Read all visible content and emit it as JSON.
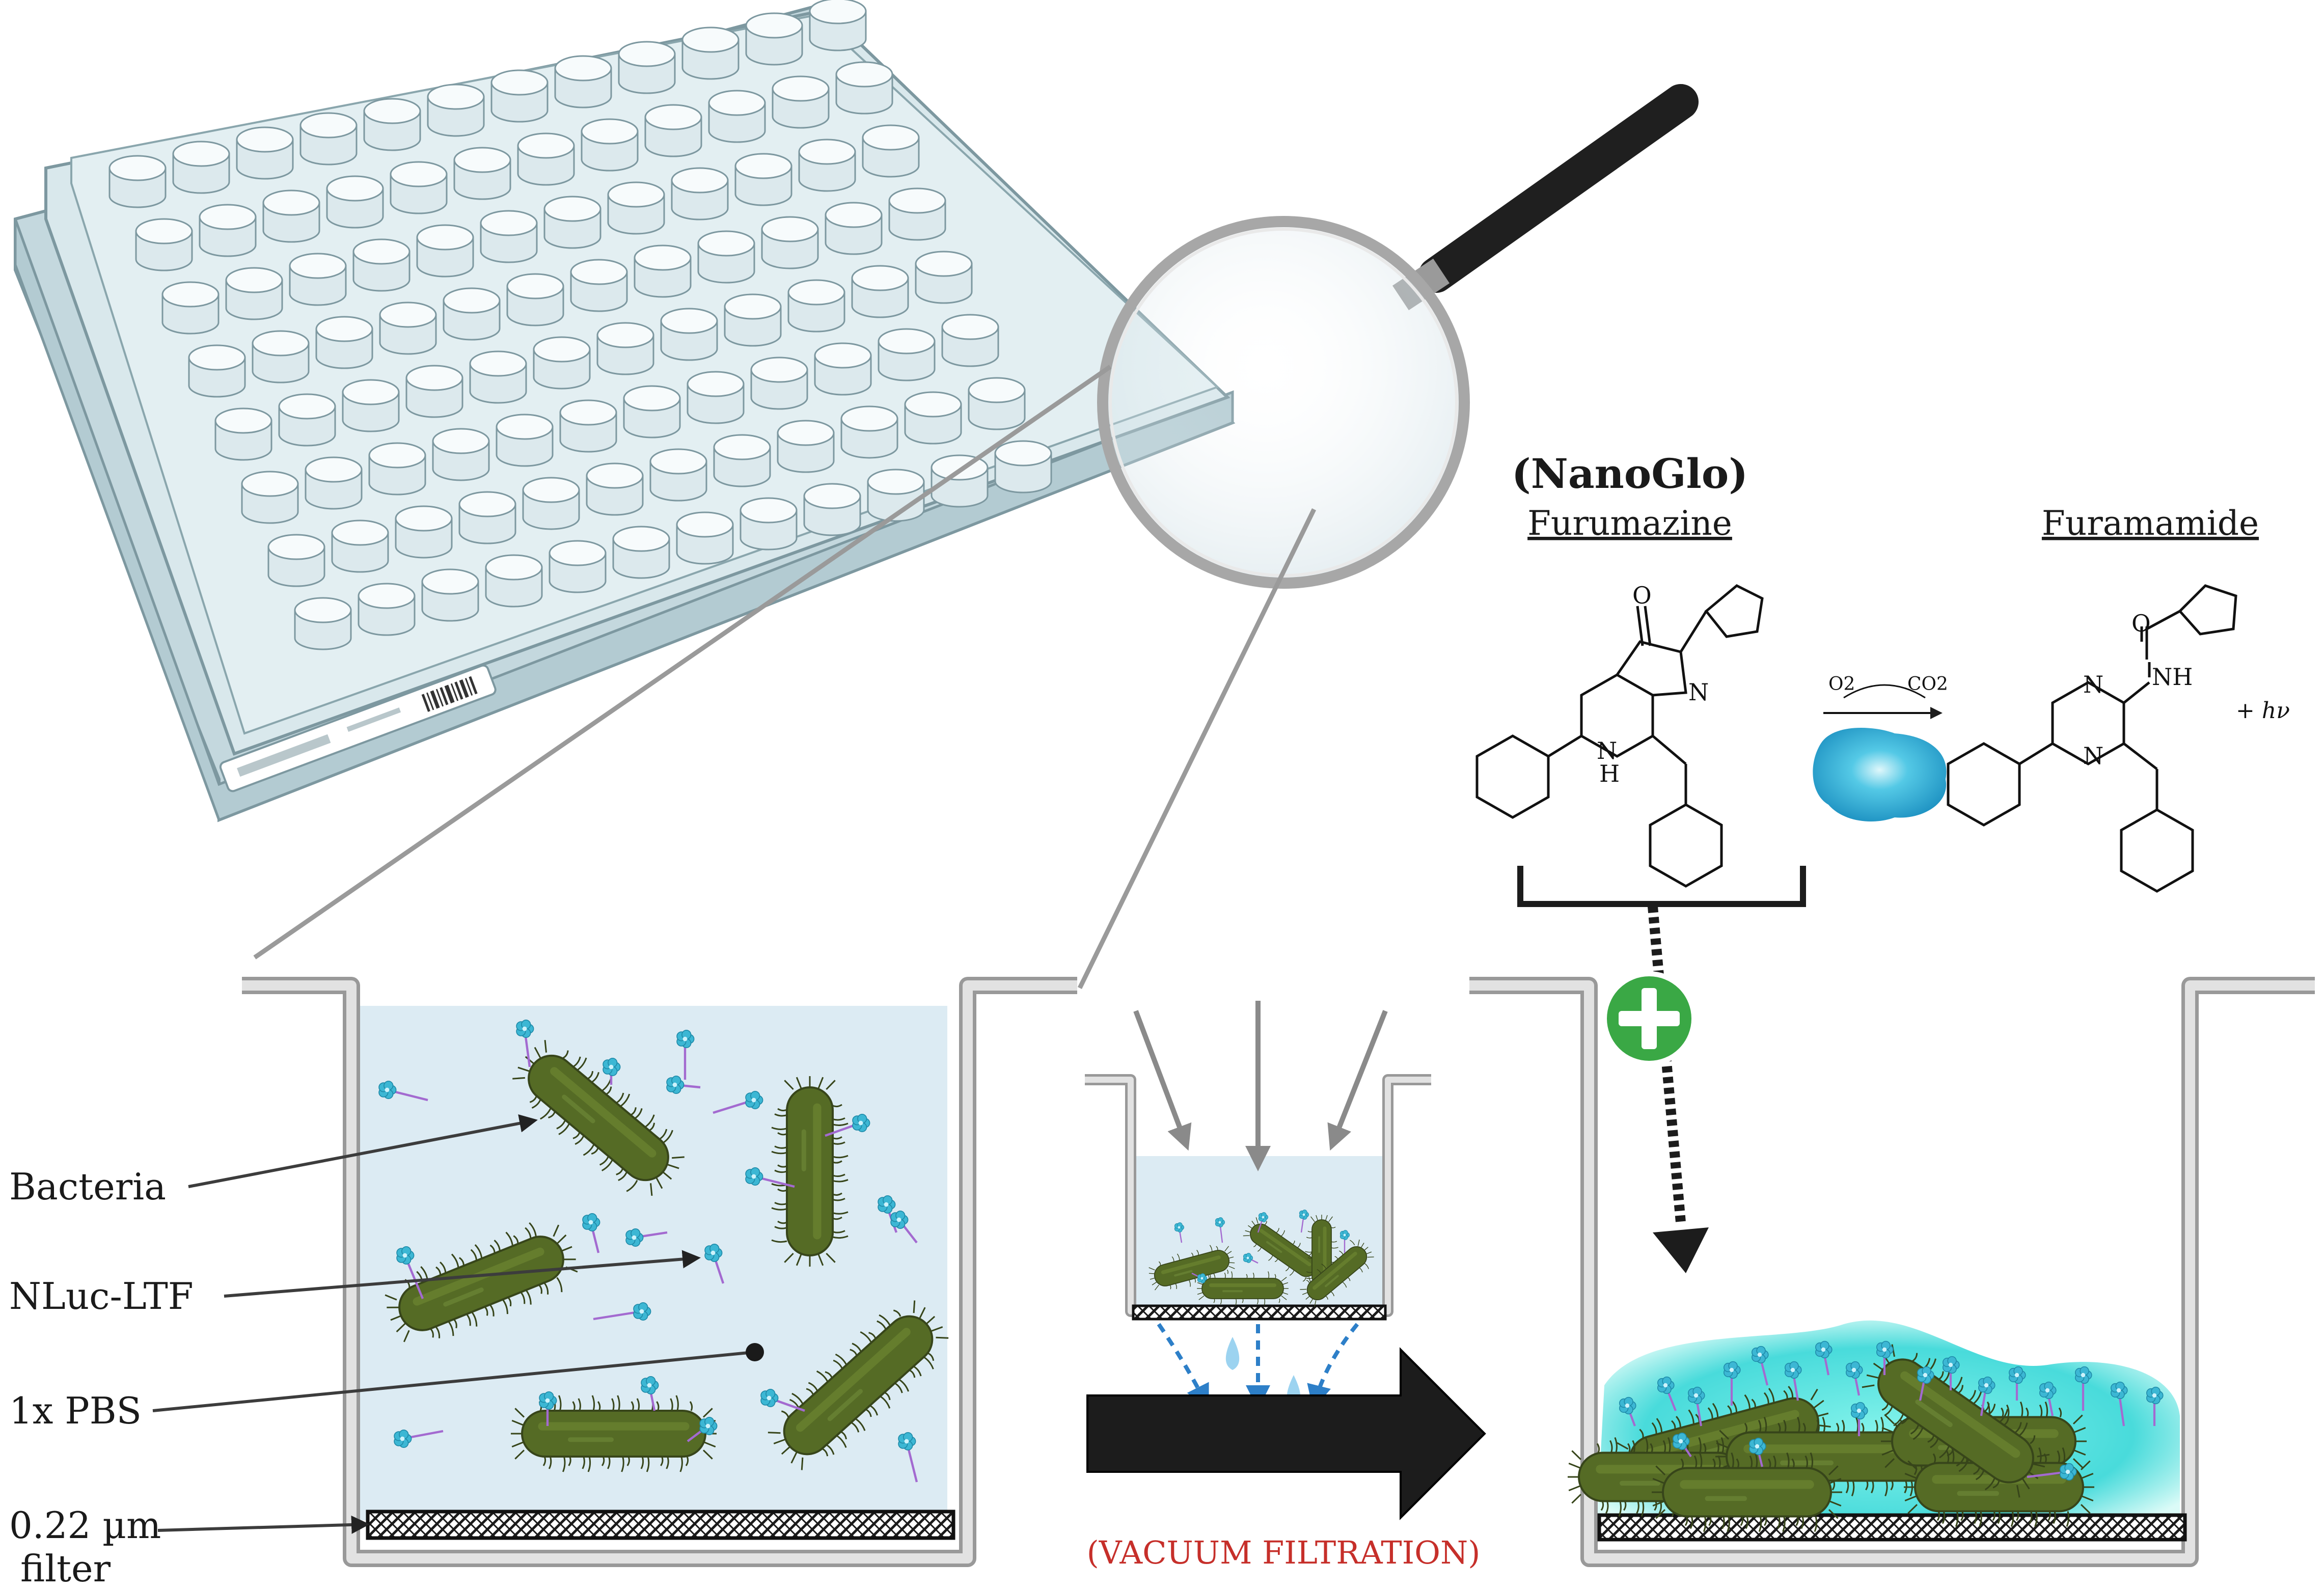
{
  "labels": {
    "bacteria": "Bacteria",
    "nluc": "NLuc-LTF",
    "pbs": "1x PBS",
    "filter_line1": "0.22 µm",
    "filter_line2": "filter",
    "vacuum": "(VACUUM FILTRATION)",
    "nanoglo": "(NanoGlo)",
    "substrate": "Furumazine",
    "product": "Furamamide",
    "o2": "O2",
    "co2": "CO2",
    "hv": "+ hν",
    "nh": "NH",
    "h": "H",
    "n": "N",
    "o": "O"
  },
  "colors": {
    "plate": "#d6e6ea",
    "plate_edge": "#7d98a0",
    "liquid": "#dcebf3",
    "bacterium": "#556b25",
    "bacterium_dark": "#37451a",
    "nluc": "#3cb7d4",
    "tail": "#a36ad0",
    "glow": "#48e0df",
    "plus": "#3aa845",
    "vacuum_text": "#c62f2a",
    "arrow": "#1c1c1c",
    "drip": "#2d7fc8"
  }
}
